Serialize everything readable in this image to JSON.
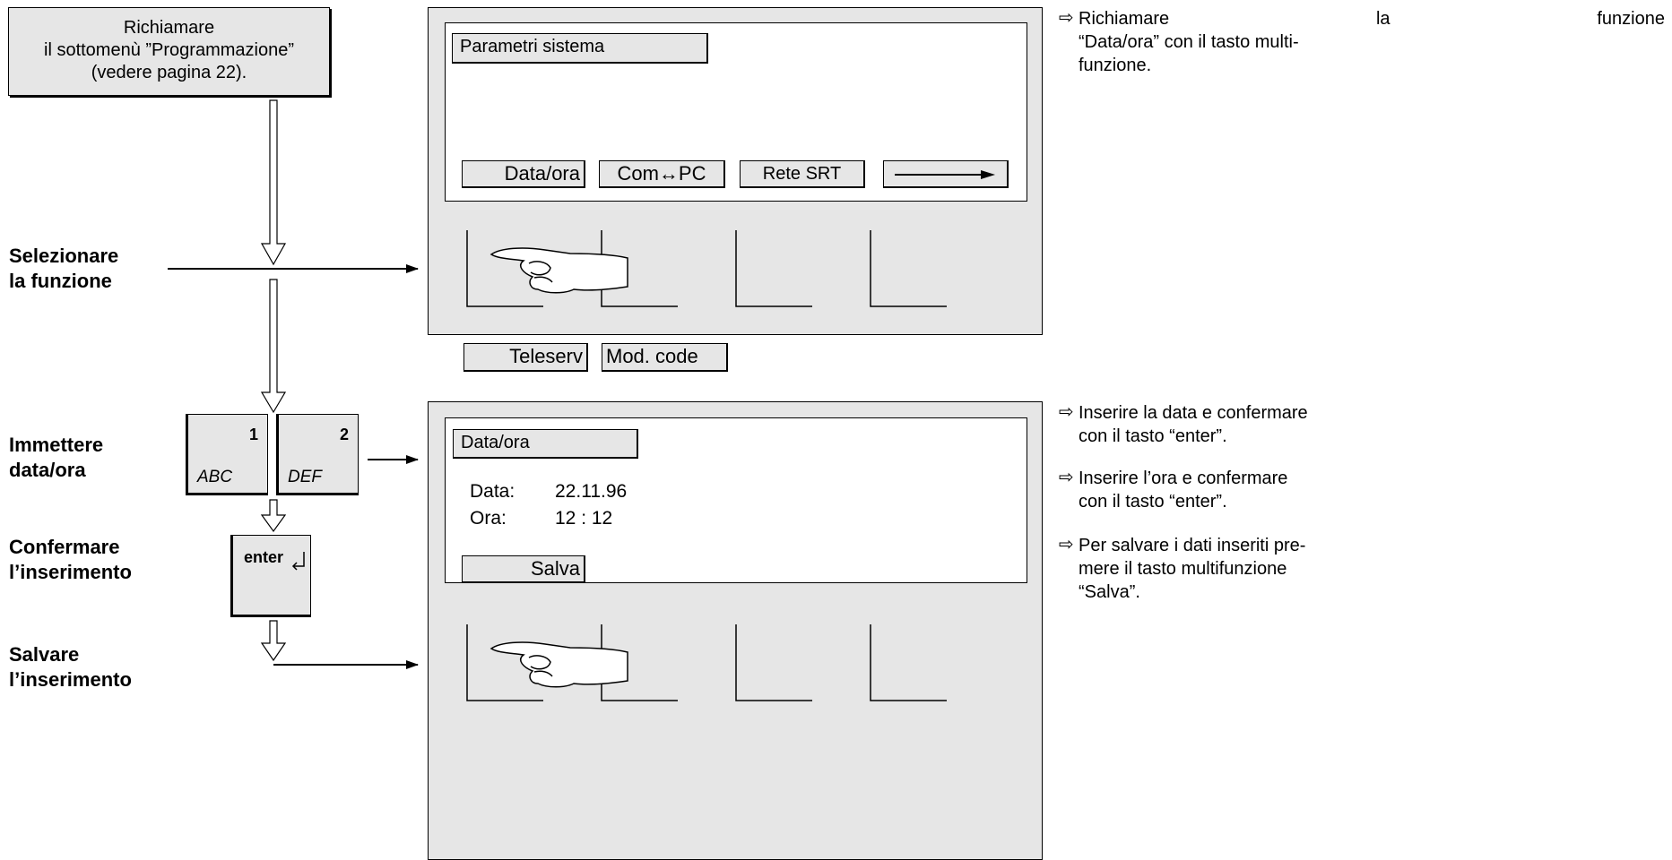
{
  "start": {
    "lines": [
      "Richiamare",
      "il sottomenù ”Programmazione”",
      "(vedere pagina 22)."
    ]
  },
  "steps": {
    "select": [
      "Selezionare",
      "la funzione"
    ],
    "enter": [
      "Immettere",
      "data/ora"
    ],
    "confirm": [
      "Confermare",
      "l’inserimento"
    ],
    "save": [
      "Salvare",
      "l’inserimento"
    ]
  },
  "panel1": {
    "title": "Parametri sistema",
    "softkeys": [
      "Data/ora",
      "Com↔PC",
      "Rete SRT"
    ],
    "softkey_arrow": "right-arrow-icon"
  },
  "extra_keys": [
    "Teleserv",
    "Mod. code"
  ],
  "keys": [
    {
      "num": "1",
      "letters": "ABC"
    },
    {
      "num": "2",
      "letters": "DEF"
    }
  ],
  "enter_key": "enter",
  "panel2": {
    "title": "Data/ora",
    "date_label": "Data:",
    "date_value": "22.11.96",
    "time_label": "Ora:",
    "time_value": "12 : 12",
    "softkey": "Salva"
  },
  "notes": {
    "n1": [
      "Richiamare la funzione",
      "“Data/ora” con il tasto multi-",
      "funzione."
    ],
    "n2": [
      "Inserire la data e confermare",
      "con il tasto “enter”."
    ],
    "n3": [
      "Inserire l’ora e confermare",
      "con il tasto “enter”."
    ],
    "n4": [
      "Per salvare i dati inseriti pre-",
      "mere il tasto multifunzione",
      "“Salva”."
    ]
  },
  "colors": {
    "panel_gray": "#e6e6e6",
    "line": "#000000"
  }
}
